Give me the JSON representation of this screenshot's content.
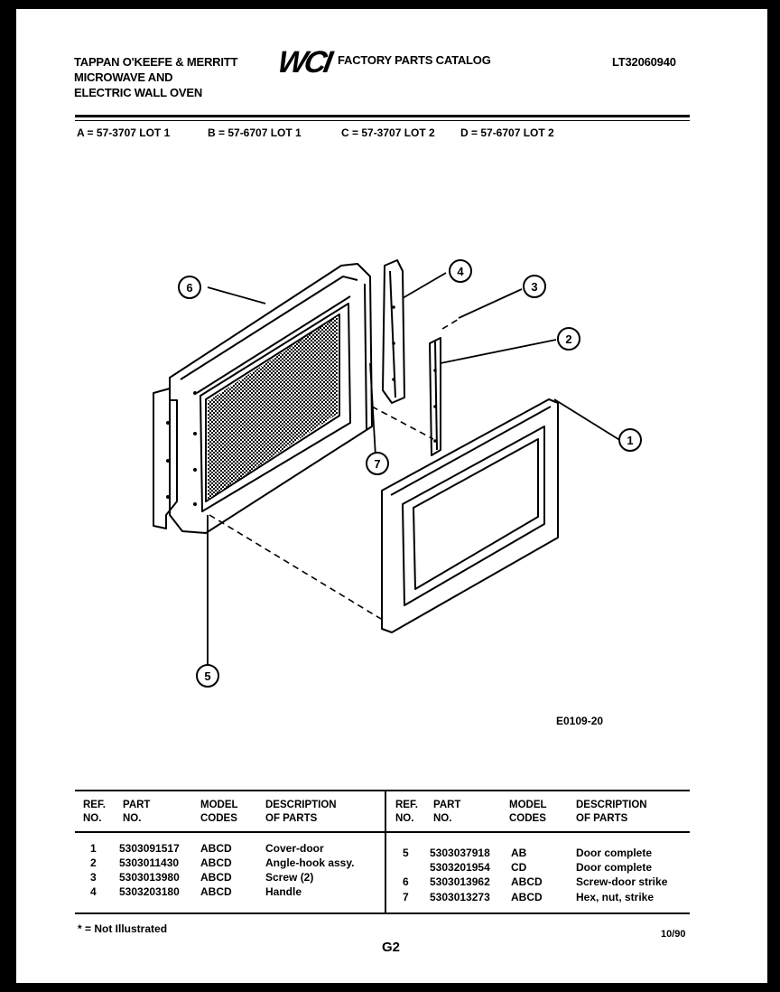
{
  "header": {
    "company_line1": "TAPPAN O'KEEFE & MERRITT",
    "company_line2": "MICROWAVE AND",
    "company_line3": "ELECTRIC WALL OVEN",
    "logo": "WCI",
    "catalog_title": "FACTORY PARTS CATALOG",
    "catalog_number": "LT32060940"
  },
  "lots": [
    "A = 57-3707 LOT 1",
    "B = 57-6707 LOT 1",
    "C = 57-3707 LOT 2",
    "D = 57-6707 LOT 2"
  ],
  "diagram": {
    "callouts": [
      "1",
      "2",
      "3",
      "4",
      "5",
      "6",
      "7"
    ],
    "figure_code": "E0109-20"
  },
  "table": {
    "headers": {
      "ref_line1": "REF.",
      "ref_line2": "NO.",
      "part_line1": "PART",
      "part_line2": "NO.",
      "model_line1": "MODEL",
      "model_line2": "CODES",
      "desc_line1": "DESCRIPTION",
      "desc_line2": "OF PARTS"
    },
    "left_rows": [
      {
        "ref": "1",
        "part": "5303091517",
        "codes": "ABCD",
        "desc": "Cover-door"
      },
      {
        "ref": "2",
        "part": "5303011430",
        "codes": "ABCD",
        "desc": "Angle-hook assy."
      },
      {
        "ref": "3",
        "part": "5303013980",
        "codes": "ABCD",
        "desc": "Screw (2)"
      },
      {
        "ref": "4",
        "part": "5303203180",
        "codes": "ABCD",
        "desc": "Handle"
      }
    ],
    "right_rows": [
      {
        "ref": "5",
        "part": "5303037918",
        "codes": "AB",
        "desc": "Door complete"
      },
      {
        "ref": "",
        "part": "5303201954",
        "codes": "CD",
        "desc": "Door complete"
      },
      {
        "ref": "6",
        "part": "5303013962",
        "codes": "ABCD",
        "desc": "Screw-door strike"
      },
      {
        "ref": "7",
        "part": "5303013273",
        "codes": "ABCD",
        "desc": "Hex, nut, strike"
      }
    ]
  },
  "footer": {
    "note": "* = Not Illustrated",
    "page": "G2",
    "date": "10/90"
  }
}
